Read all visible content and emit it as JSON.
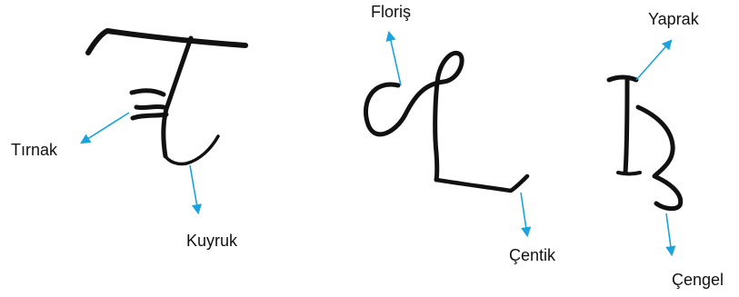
{
  "colors": {
    "ink": "#111111",
    "arrow": "#1aa3dc"
  },
  "glyphs": [
    {
      "name": "glyph-left",
      "parts": [
        {
          "label": "Tırnak"
        },
        {
          "label": "Kuyruk"
        }
      ]
    },
    {
      "name": "glyph-middle",
      "parts": [
        {
          "label": "Floriş"
        },
        {
          "label": "Çentik"
        }
      ]
    },
    {
      "name": "glyph-right",
      "parts": [
        {
          "label": "Yaprak"
        },
        {
          "label": "Çengel"
        }
      ]
    }
  ]
}
